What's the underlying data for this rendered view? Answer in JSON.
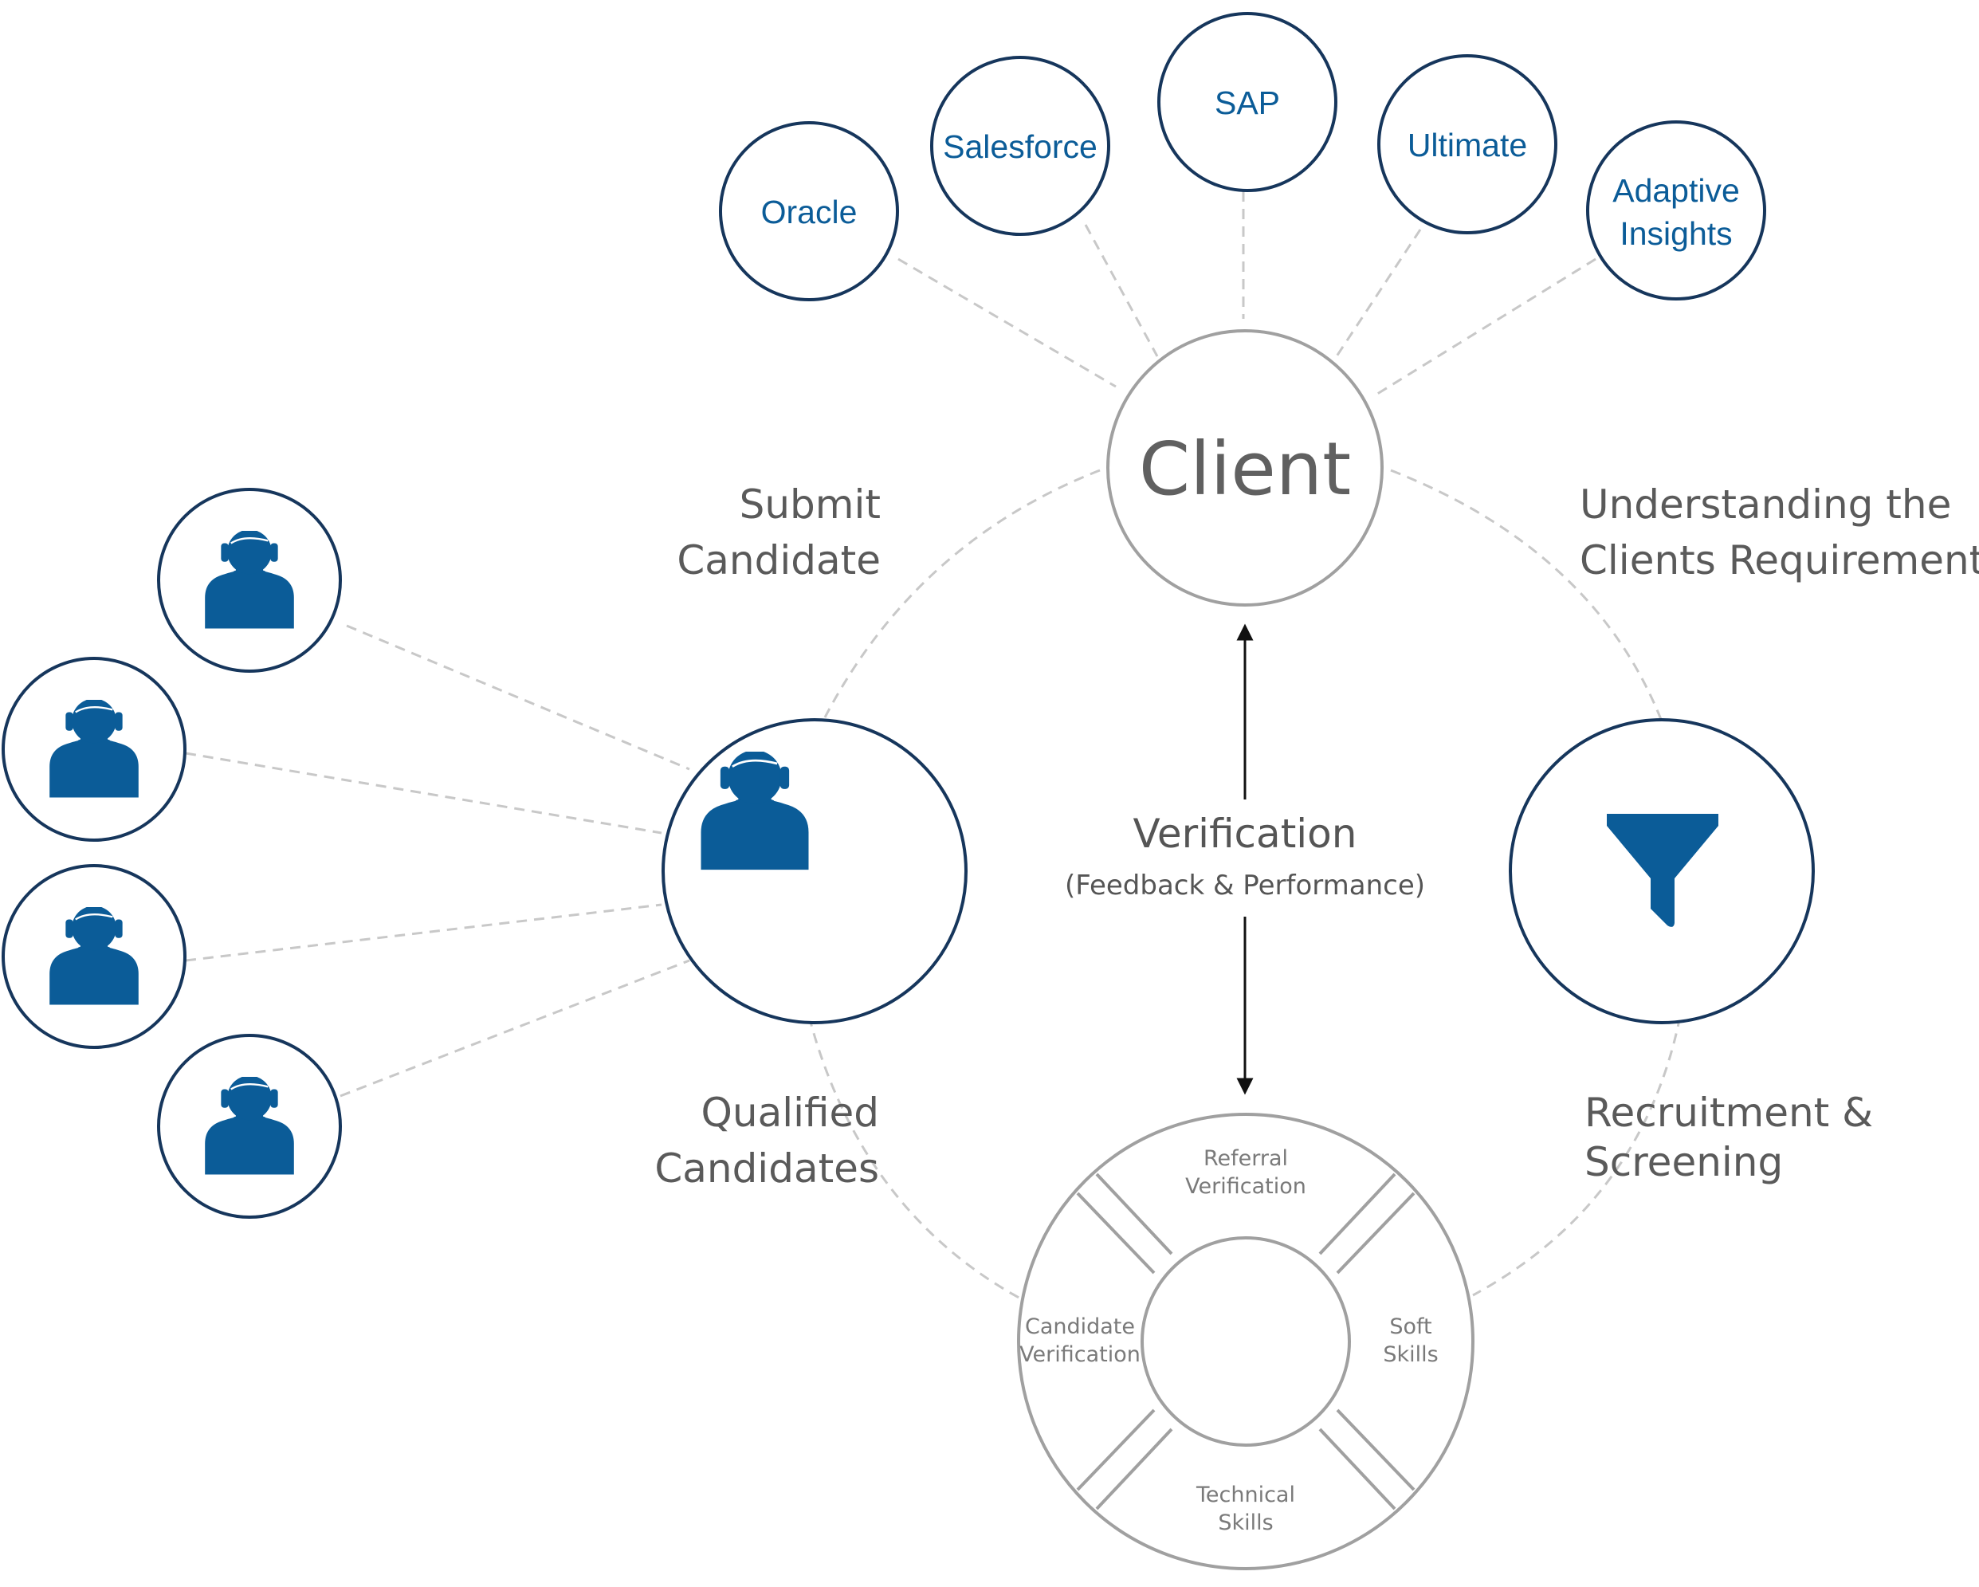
{
  "colors": {
    "accent_blue": "#0b5c98",
    "node_outline": "#16365c",
    "connector_gray": "#c8c8c8",
    "text_gray": "#5a5a5a"
  },
  "platforms": [
    {
      "id": "oracle",
      "lines": [
        "Oracle"
      ]
    },
    {
      "id": "salesforce",
      "lines": [
        "Salesforce"
      ]
    },
    {
      "id": "sap",
      "lines": [
        "SAP"
      ]
    },
    {
      "id": "ultimate",
      "lines": [
        "Ultimate"
      ]
    },
    {
      "id": "adaptive",
      "lines": [
        "Adaptive",
        "Insights"
      ]
    }
  ],
  "client": {
    "label": "Client"
  },
  "steps": {
    "submit": [
      "Submit",
      "Candidate"
    ],
    "understanding": [
      "Understanding the",
      "Clients Requirement"
    ],
    "qualified": [
      "Qualified",
      "Candidates"
    ],
    "recruitment": [
      "Recruitment &",
      "Screening"
    ]
  },
  "center": {
    "title": "Verification",
    "subtitle": "(Feedback & Performance)"
  },
  "verification_ring": {
    "top": [
      "Referral",
      "Verification"
    ],
    "left": [
      "Candidate",
      "Verification"
    ],
    "right": [
      "Soft",
      "Skills"
    ],
    "bottom": [
      "Technical",
      "Skills"
    ]
  },
  "icons": {
    "person": "person-icon",
    "funnel": "funnel-icon"
  }
}
